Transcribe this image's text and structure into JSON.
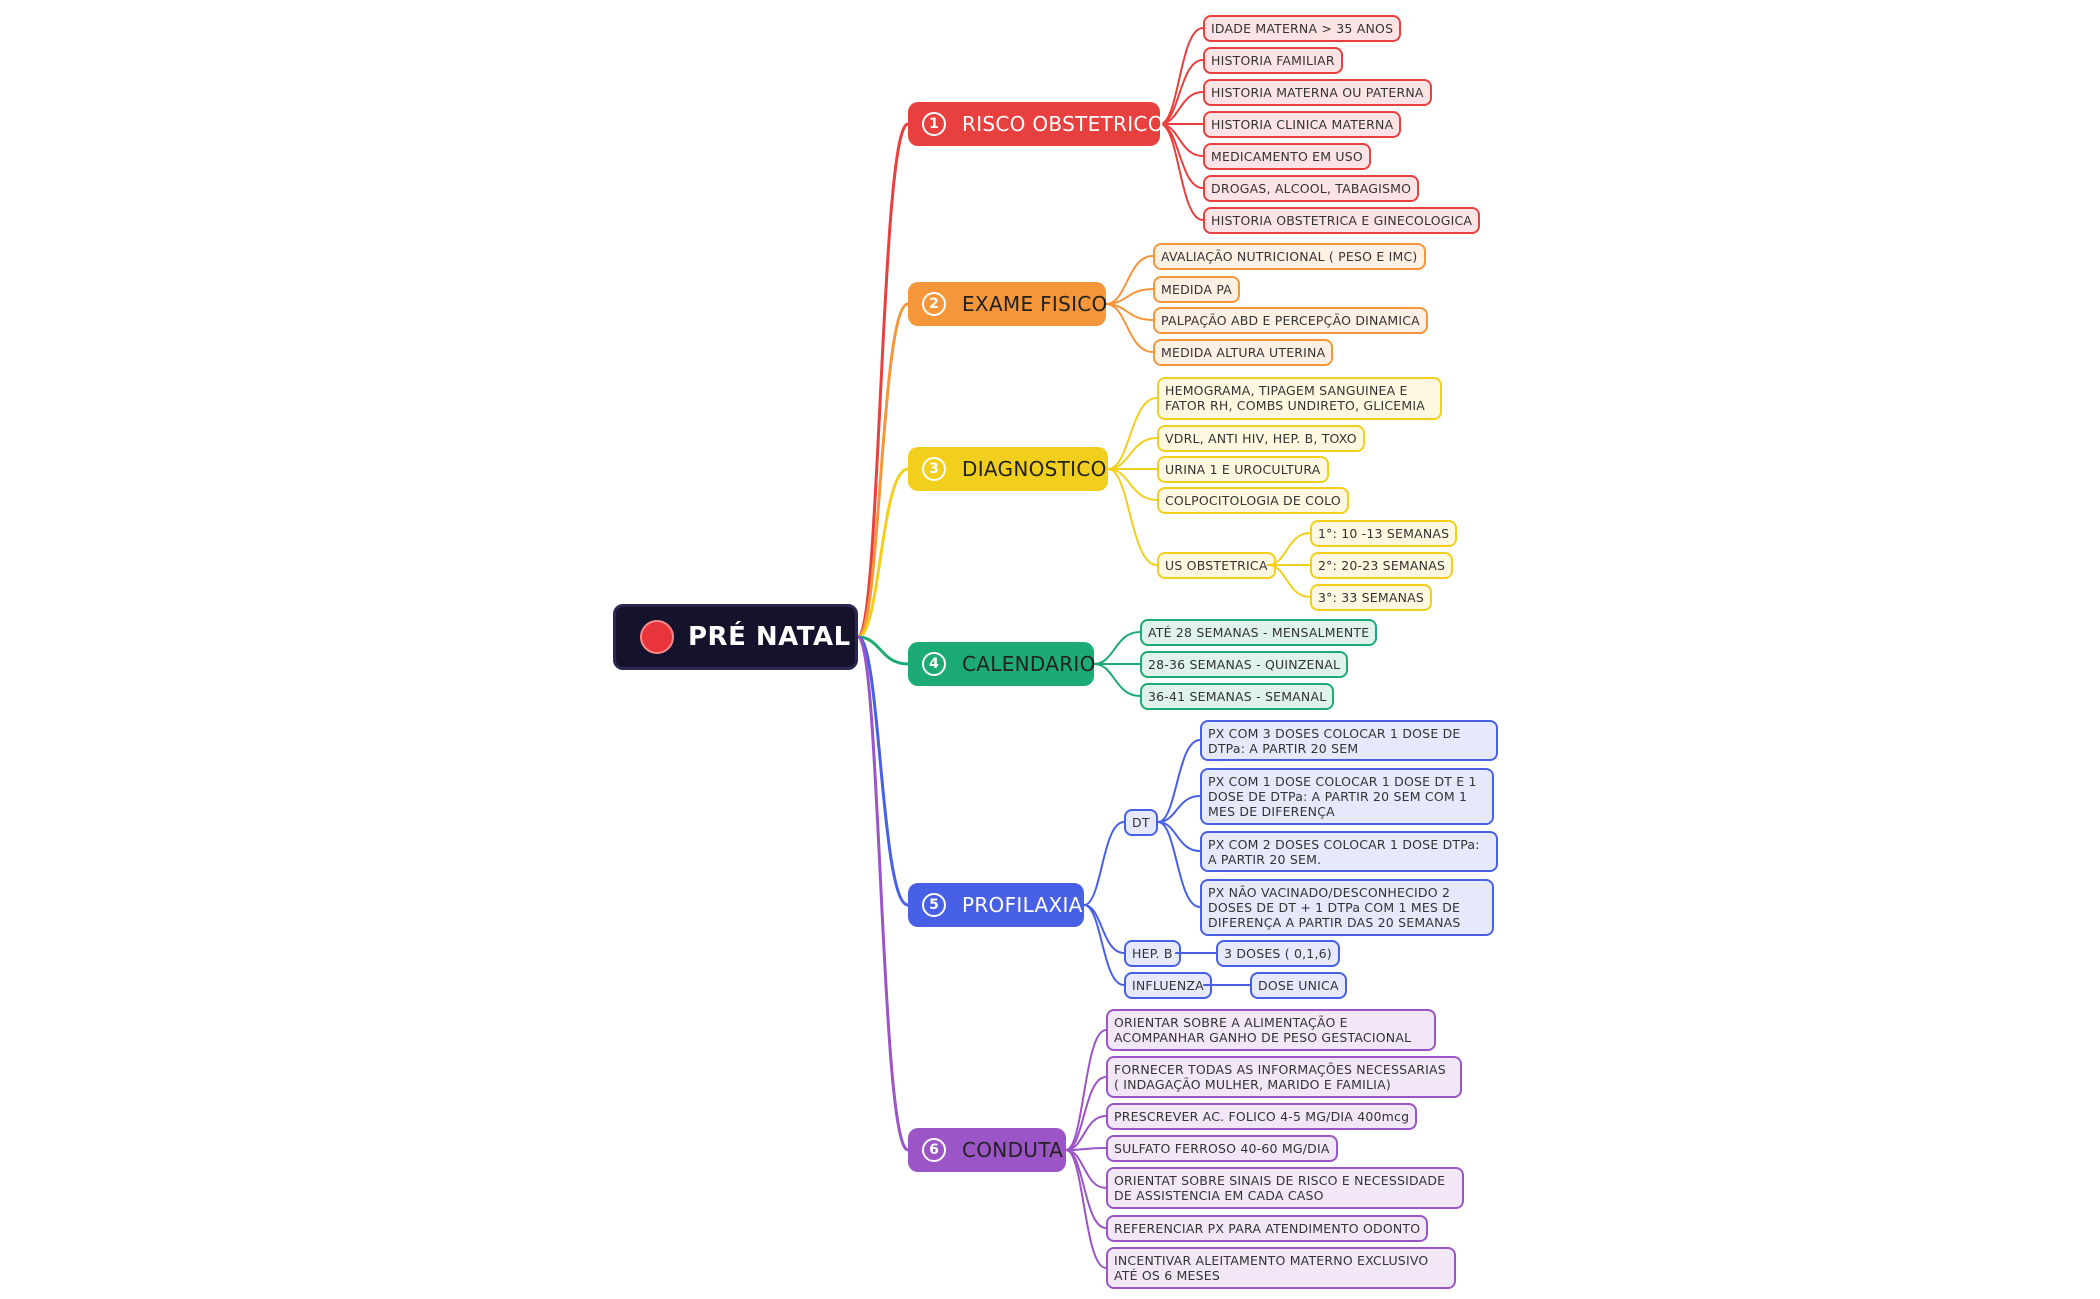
{
  "root": {
    "label": "PRÉ NATAL"
  },
  "branches": [
    {
      "num": "1",
      "label": "RISCO OBSTETRICO",
      "color": "#e8403f",
      "items": [
        "IDADE MATERNA > 35 ANOS",
        "HISTORIA FAMILIAR",
        "HISTORIA MATERNA OU PATERNA",
        "HISTORIA CLINICA MATERNA",
        "MEDICAMENTO EM USO",
        "DROGAS, ALCOOL, TABAGISMO",
        "HISTORIA OBSTETRICA E GINECOLOGICA"
      ]
    },
    {
      "num": "2",
      "label": "EXAME FISICO",
      "color": "#f5963a",
      "items": [
        "AVALIAÇÃO NUTRICIONAL ( PESO E IMC)",
        "MEDIDA PA",
        "PALPAÇÃO ABD E PERCEPÇÃO DINAMICA",
        "MEDIDA ALTURA UTERINA"
      ]
    },
    {
      "num": "3",
      "label": "DIAGNOSTICO",
      "color": "#f2cf1c",
      "items": [
        "HEMOGRAMA, TIPAGEM SANGUINEA E FATOR RH, COMBS UNDIRETO, GLICEMIA",
        "VDRL, ANTI HIV, HEP. B, TOXO",
        "URINA 1 E UROCULTURA",
        "COLPOCITOLOGIA DE COLO",
        "US OBSTETRICA"
      ],
      "us_items": [
        "1°: 10 -13 SEMANAS",
        "2°: 20-23 SEMANAS",
        "3°: 33 SEMANAS"
      ]
    },
    {
      "num": "4",
      "label": "CALENDARIO",
      "color": "#1cab74",
      "items": [
        "ATÉ 28 SEMANAS - MENSALMENTE",
        "28-36 SEMANAS - QUINZENAL",
        "36-41 SEMANAS - SEMANAL"
      ]
    },
    {
      "num": "5",
      "label": "PROFILAXIA",
      "color": "#4860e6",
      "dt": "DT",
      "dt_items": [
        "PX COM 3 DOSES COLOCAR 1 DOSE DE DTPa: A PARTIR  20 SEM",
        "PX COM 1 DOSE COLOCAR 1 DOSE DT E 1 DOSE DE DTPa: A PARTIR  20 SEM COM 1 MES DE DIFERENÇA",
        "PX COM 2 DOSES COLOCAR 1 DOSE DTPa: A PARTIR 20 SEM.",
        "PX NÃO VACINADO/DESCONHECIDO 2 DOSES DE DT + 1 DTPa COM 1 MES DE DIFERENÇA A PARTIR DAS 20 SEMANAS"
      ],
      "hepb": "HEP. B",
      "hepb_item": "3 DOSES ( 0,1,6)",
      "influenza": "INFLUENZA",
      "influenza_item": "DOSE UNICA"
    },
    {
      "num": "6",
      "label": "CONDUTA",
      "color": "#9b55c7",
      "items": [
        "ORIENTAR SOBRE A ALIMENTAÇÃO E ACOMPANHAR GANHO DE PESO GESTACIONAL",
        "FORNECER TODAS AS INFORMAÇÕES NECESSARIAS ( INDAGAÇÃO MULHER, MARIDO E FAMILIA)",
        "PRESCREVER AC. FOLICO 4-5 MG/DIA 400mcg",
        "SULFATO FERROSO 40-60 MG/DIA",
        "ORIENTAT SOBRE SINAIS DE RISCO E NECESSIDADE DE ASSISTENCIA EM CADA CASO",
        "REFERENCIAR PX PARA ATENDIMENTO ODONTO",
        "INCENTIVAR ALEITAMENTO MATERNO EXCLUSIVO ATÉ OS 6 MESES"
      ]
    }
  ]
}
